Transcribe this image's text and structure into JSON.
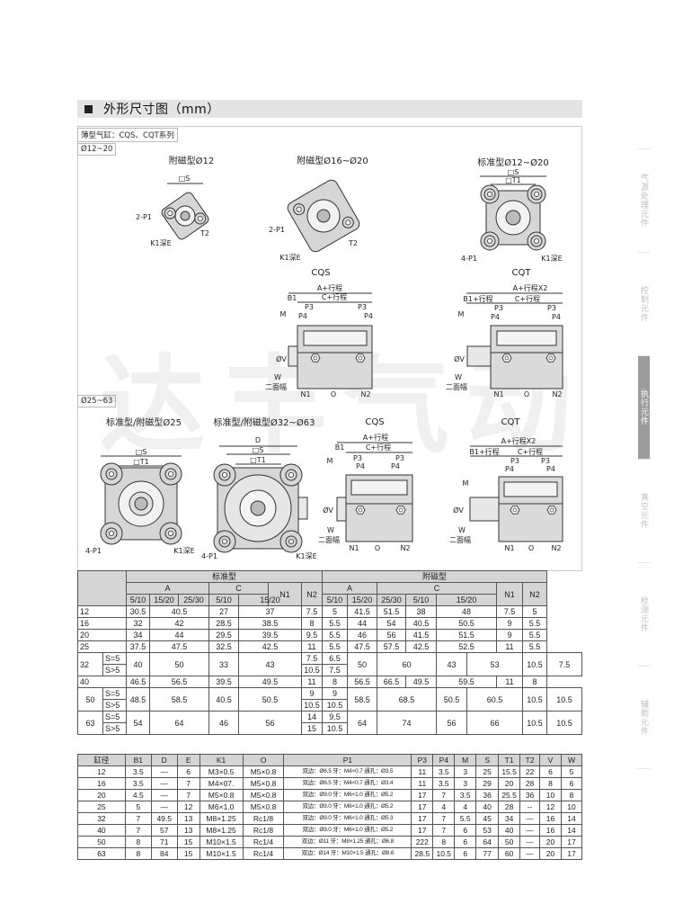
{
  "section_title": "外形尺寸图（mm）",
  "series_tag": "薄型气缸：CQS、CQT系列",
  "range_small": "Ø12~20",
  "range_large": "Ø25~63",
  "drawings": {
    "mag12": "附磁型Ø12",
    "mag16_20": "附磁型Ø16~Ø20",
    "std12_20": "标准型Ø12~Ø20",
    "std_mag25": "标准型/附磁型Ø25",
    "std_mag32_63": "标准型/附磁型Ø32~Ø63",
    "cqs": "CQS",
    "cqt": "CQT"
  },
  "labels": {
    "s": "□S",
    "t1": "□T1",
    "t2": "T2",
    "p1_2": "2-P1",
    "p1_4": "4-P1",
    "k1": "K1深E",
    "a_stroke": "A+行程",
    "a_stroke_x2": "A+行程X2",
    "c_stroke": "C+行程",
    "b1_stroke": "B1+行程",
    "b1": "B1",
    "m": "M",
    "p3": "P3",
    "p4": "P4",
    "v": "ØV",
    "w": "W",
    "two_flat": "二面幅",
    "n1": "N1",
    "o": "O",
    "n2": "N2",
    "d": "D"
  },
  "watermark": "达丰气动",
  "side_nav": [
    "气源处理元件",
    "控制元件",
    "执行元件",
    "真空元件",
    "检测元件",
    "辅助元件"
  ],
  "table1": {
    "std": "标准型",
    "mag": "附磁型",
    "a": "A",
    "c": "C",
    "n1": "N1",
    "n2": "N2",
    "sub": [
      "5/10",
      "15/20",
      "25/30"
    ],
    "rows": [
      [
        "12",
        "30.5",
        "40.5",
        "27",
        "37",
        "7.5",
        "5",
        "41.5",
        "51.5",
        "38",
        "48",
        "7.5",
        "5"
      ],
      [
        "16",
        "32",
        "42",
        "28.5",
        "38.5",
        "8",
        "5.5",
        "44",
        "54",
        "40.5",
        "50.5",
        "9",
        "5.5"
      ],
      [
        "20",
        "34",
        "44",
        "29.5",
        "39.5",
        "9.5",
        "5.5",
        "46",
        "56",
        "41.5",
        "51.5",
        "9",
        "5.5"
      ],
      [
        "25",
        "37.5",
        "47.5",
        "32.5",
        "42.5",
        "11",
        "5.5",
        "47.5",
        "57.5",
        "42.5",
        "52.5",
        "11",
        "5.5"
      ]
    ],
    "r32": {
      "bore": "32",
      "s1": "S=5",
      "s2": "S>5",
      "a": "40",
      "a2": "50",
      "c": "33",
      "c2": "43",
      "n1a": "7.5",
      "n1b": "10.5",
      "n2a": "6.5",
      "n2b": "7.5",
      "ma": "50",
      "ma2": "60",
      "mc": "43",
      "mc2": "53",
      "mn1": "10.5",
      "mn2": "7.5"
    },
    "r40": [
      "40",
      "46.5",
      "56.5",
      "39.5",
      "49.5",
      "11",
      "8",
      "56.5",
      "66.5",
      "49.5",
      "59.5",
      "11",
      "8"
    ],
    "r50": {
      "bore": "50",
      "s1": "S=5",
      "s2": "S>5",
      "a": "48.5",
      "a2": "58.5",
      "c": "40.5",
      "c2": "50.5",
      "n1a": "9",
      "n1b": "10.5",
      "n2a": "9",
      "n2b": "10.5",
      "ma": "58.5",
      "ma2": "68.5",
      "mc": "50.5",
      "mc2": "60.5",
      "mn1": "10.5",
      "mn2": "10.5"
    },
    "r63": {
      "bore": "63",
      "s1": "S=5",
      "s2": "S>5",
      "a": "54",
      "a2": "64",
      "c": "46",
      "c2": "56",
      "n1a": "14",
      "n1b": "15",
      "n2a": "9.5",
      "n2b": "10.5",
      "ma": "64",
      "ma2": "74",
      "mc": "56",
      "mc2": "66",
      "mn1": "10.5",
      "mn2": "10.5"
    }
  },
  "table2": {
    "headers": [
      "缸径",
      "B1",
      "D",
      "E",
      "K1",
      "O",
      "P1",
      "P3",
      "P4",
      "M",
      "S",
      "T1",
      "T2",
      "V",
      "W"
    ],
    "rows": [
      [
        "12",
        "3.5",
        "—",
        "6",
        "M3×0.5",
        "M5×0.8",
        "双边：Ø6.5 牙：M4×0.7 通孔：Ø3.5",
        "11",
        "3.5",
        "3",
        "25",
        "15.5",
        "22",
        "6",
        "5"
      ],
      [
        "16",
        "3.5",
        "—",
        "7",
        "M4×07.",
        "M5×0.8",
        "双边：Ø6.5 牙：M4×0.7 通孔：Ø3.4",
        "11",
        "3.5",
        "3",
        "29",
        "20",
        "28",
        "8",
        "6"
      ],
      [
        "20",
        "4.5",
        "—",
        "7",
        "M5×0.8",
        "M5×0.8",
        "双边：Ø9.0 牙：M6×1.0 通孔：Ø5.2",
        "17",
        "7",
        "3.5",
        "36",
        "25.5",
        "36",
        "10",
        "8"
      ],
      [
        "25",
        "5",
        "—",
        "12",
        "M6×1.0",
        "M5×0.8",
        "双边：Ø9.0 牙：M6×1.0 通孔：Ø5.2",
        "17",
        "4",
        "4",
        "40",
        "28",
        "--",
        "12",
        "10"
      ],
      [
        "32",
        "7",
        "49.5",
        "13",
        "M8×1.25",
        "Rc1/8",
        "双边：Ø9.0 牙：M6×1.0 通孔：Ø5.3",
        "17",
        "7",
        "5.5",
        "45",
        "34",
        "—",
        "16",
        "14"
      ],
      [
        "40",
        "7",
        "57",
        "13",
        "M8×1.25",
        "Rc1/8",
        "双边：Ø9.0 牙：M6×1.0 通孔：Ø5.2",
        "17",
        "7",
        "6",
        "53",
        "40",
        "—",
        "16",
        "14"
      ],
      [
        "50",
        "8",
        "71",
        "15",
        "M10×1.5",
        "Rc1/4",
        "双边：Ø11 牙：M8×1.25 通孔：Ø6.8",
        "222",
        "8",
        "6",
        "64",
        "50",
        "—",
        "20",
        "17"
      ],
      [
        "63",
        "8",
        "84",
        "15",
        "M10×1.5",
        "Rc1/4",
        "双边：Ø14 牙：M10×1.5 通孔：Ø8.6",
        "28.5",
        "10.5",
        "6",
        "77",
        "60",
        "—",
        "20",
        "17"
      ]
    ]
  }
}
